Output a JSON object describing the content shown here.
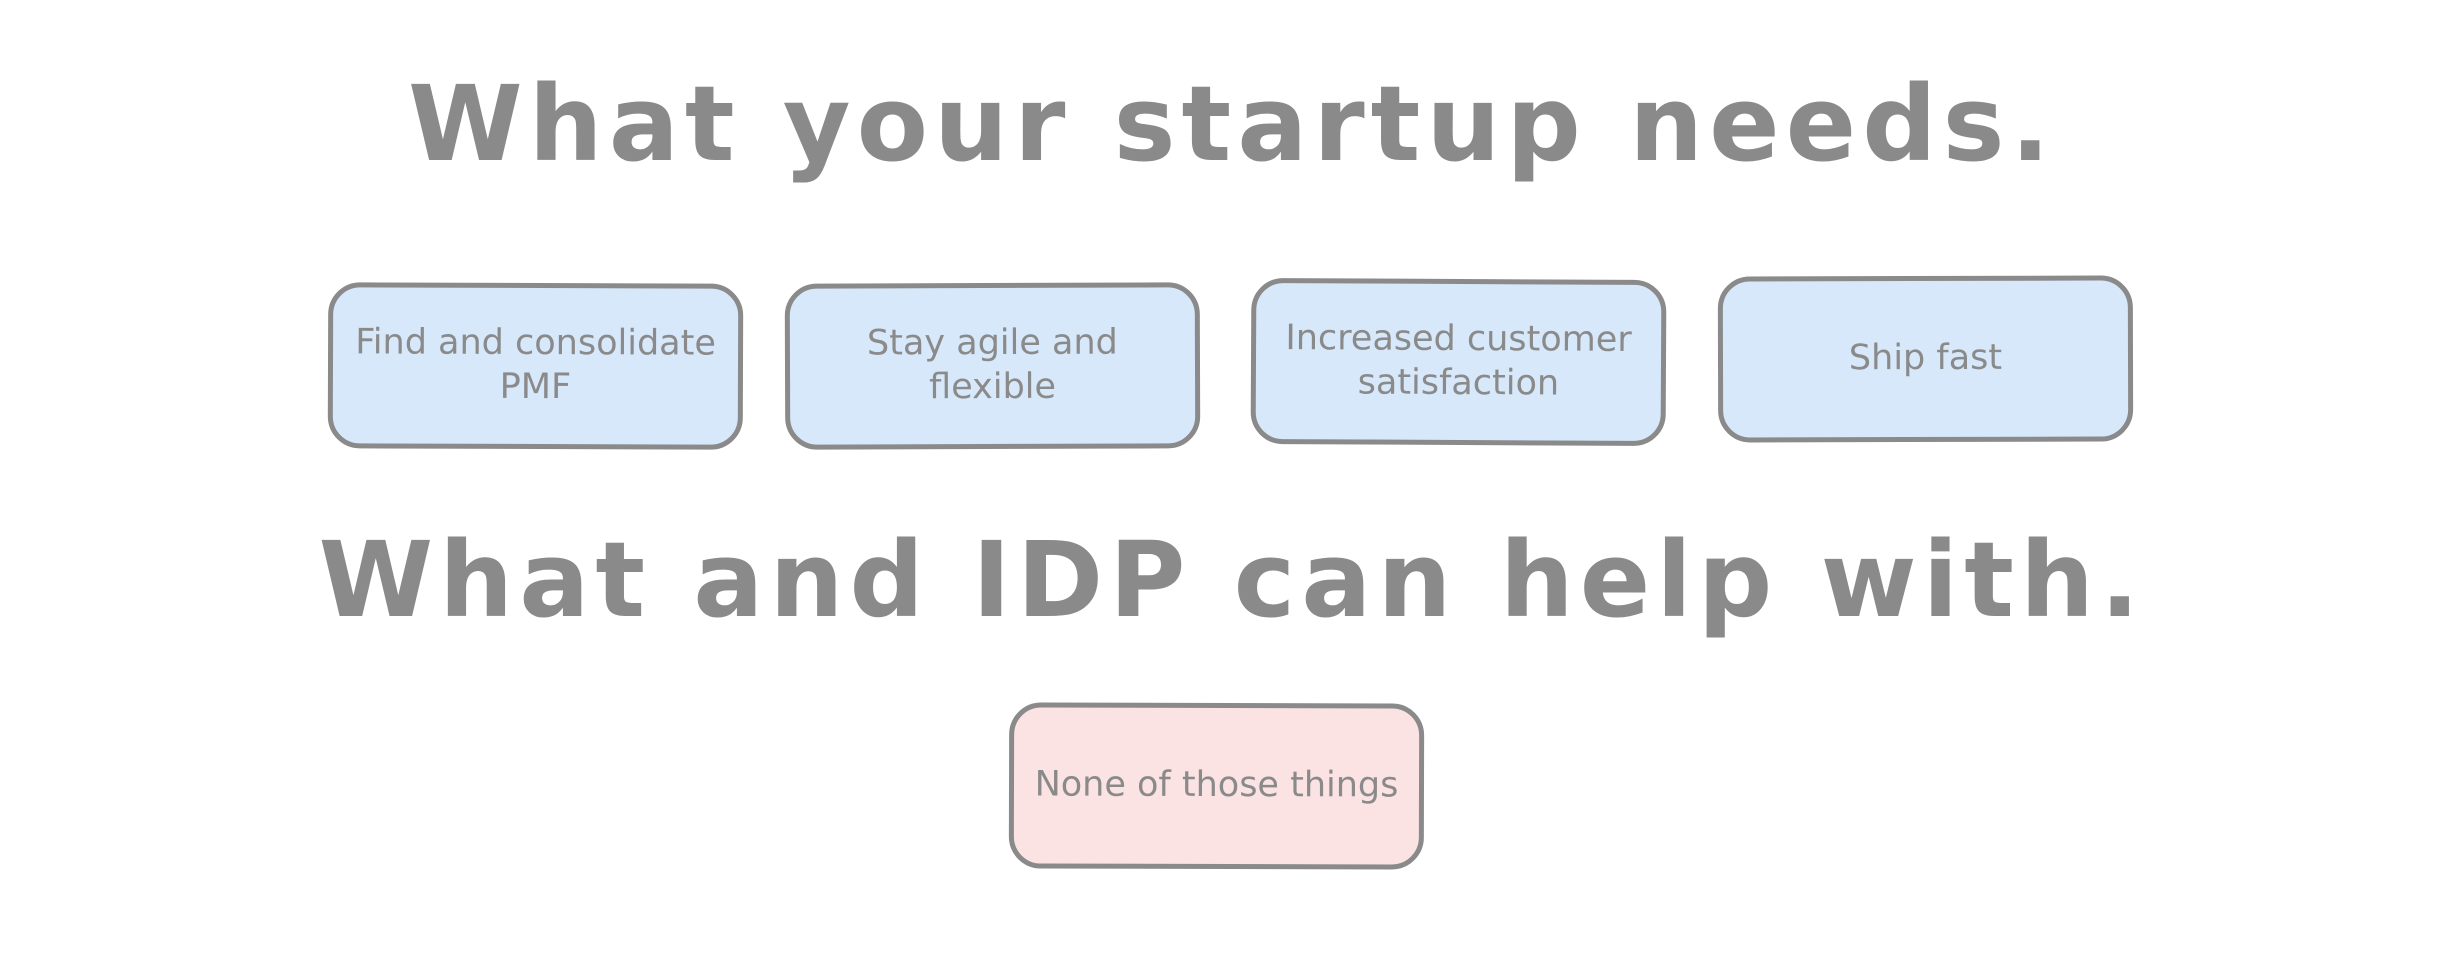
{
  "needs_heading": "What your startup needs.",
  "needs": [
    "Find and consolidate PMF",
    "Stay agile and flexible",
    "Increased customer satisfaction",
    "Ship fast"
  ],
  "idp_heading": "What and IDP can help with.",
  "idp_items": [
    "None of those things"
  ],
  "colors": {
    "text": "#8a8a8a",
    "need_fill": "#d7e8fb",
    "idp_fill": "#fbe2e3",
    "border": "#8a8a8a"
  }
}
